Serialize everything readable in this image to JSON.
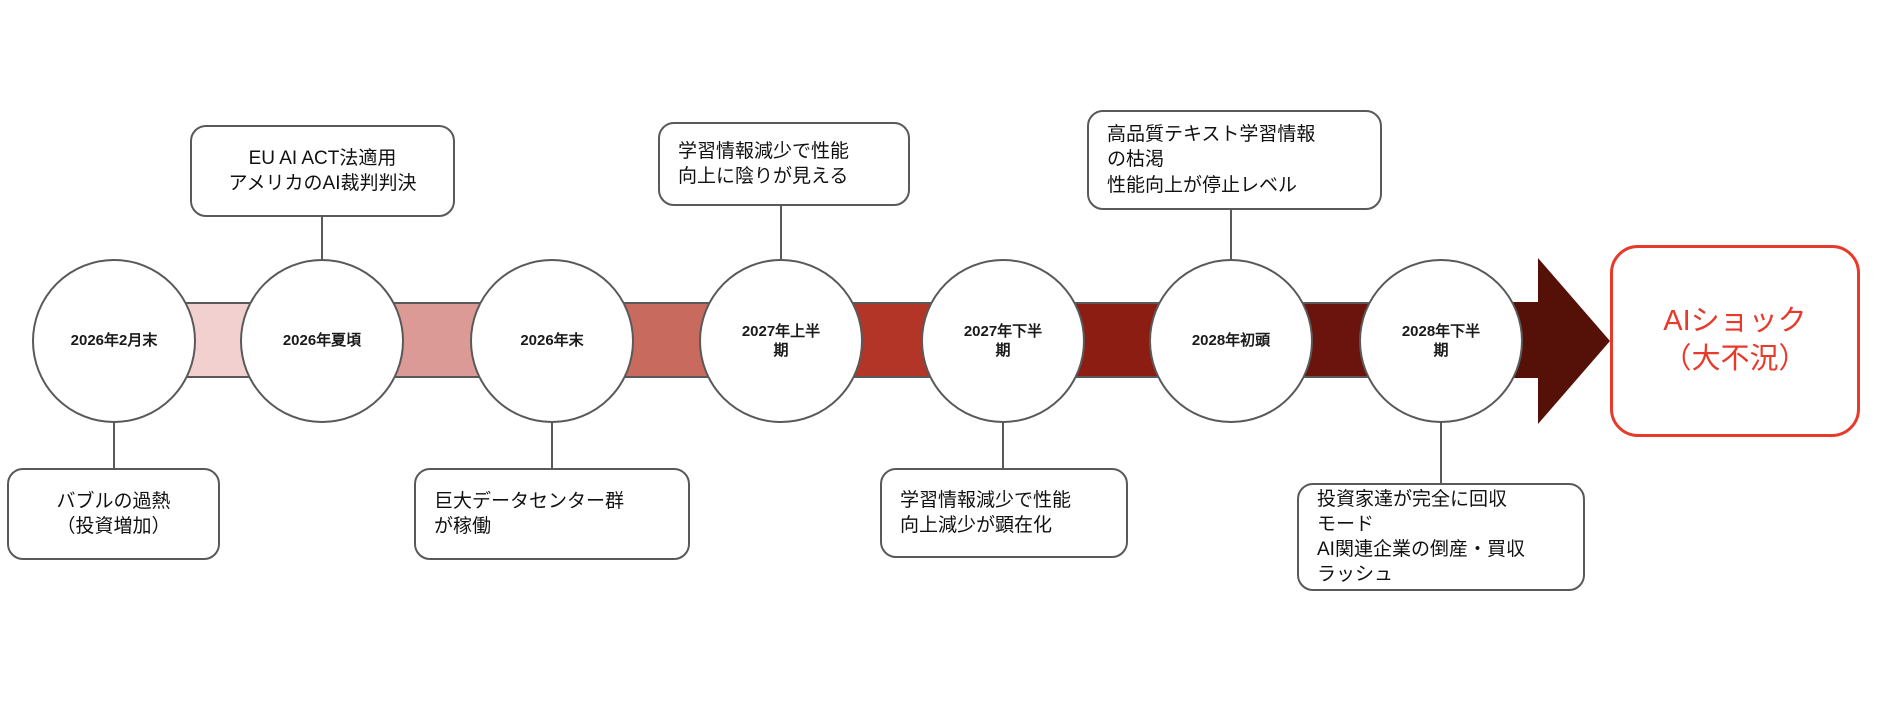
{
  "timeline": {
    "nodes": [
      {
        "label": "2026年2月末"
      },
      {
        "label": "2026年夏頃"
      },
      {
        "label": "2026年末"
      },
      {
        "label": "2027年上半\n期"
      },
      {
        "label": "2027年下半\n期"
      },
      {
        "label": "2028年初頭"
      },
      {
        "label": "2028年下半\n期"
      }
    ],
    "band_colors": [
      "#f2d0d0",
      "#db9a95",
      "#c96a5f",
      "#b23527",
      "#8c1d12",
      "#6b140d"
    ],
    "arrow_color": "#551008",
    "callouts_top": [
      {
        "text": "EU AI ACT法適用\nアメリカのAI裁判判決"
      },
      {
        "text": "学習情報減少で性能\n向上に陰りが見える"
      },
      {
        "text": "高品質テキスト学習情報\nの枯渇\n性能向上が停止レベル"
      }
    ],
    "callouts_bottom": [
      {
        "text": "バブルの過熱\n（投資増加）"
      },
      {
        "text": "巨大データセンター群\nが稼働"
      },
      {
        "text": "学習情報減少で性能\n向上減少が顕在化"
      },
      {
        "text": "投資家達が完全に回収\nモード\nAI関連企業の倒産・買収\nラッシュ"
      }
    ],
    "outcome": {
      "label": "AIショック\n（大不況）",
      "accent_color": "#e83a2b"
    }
  }
}
